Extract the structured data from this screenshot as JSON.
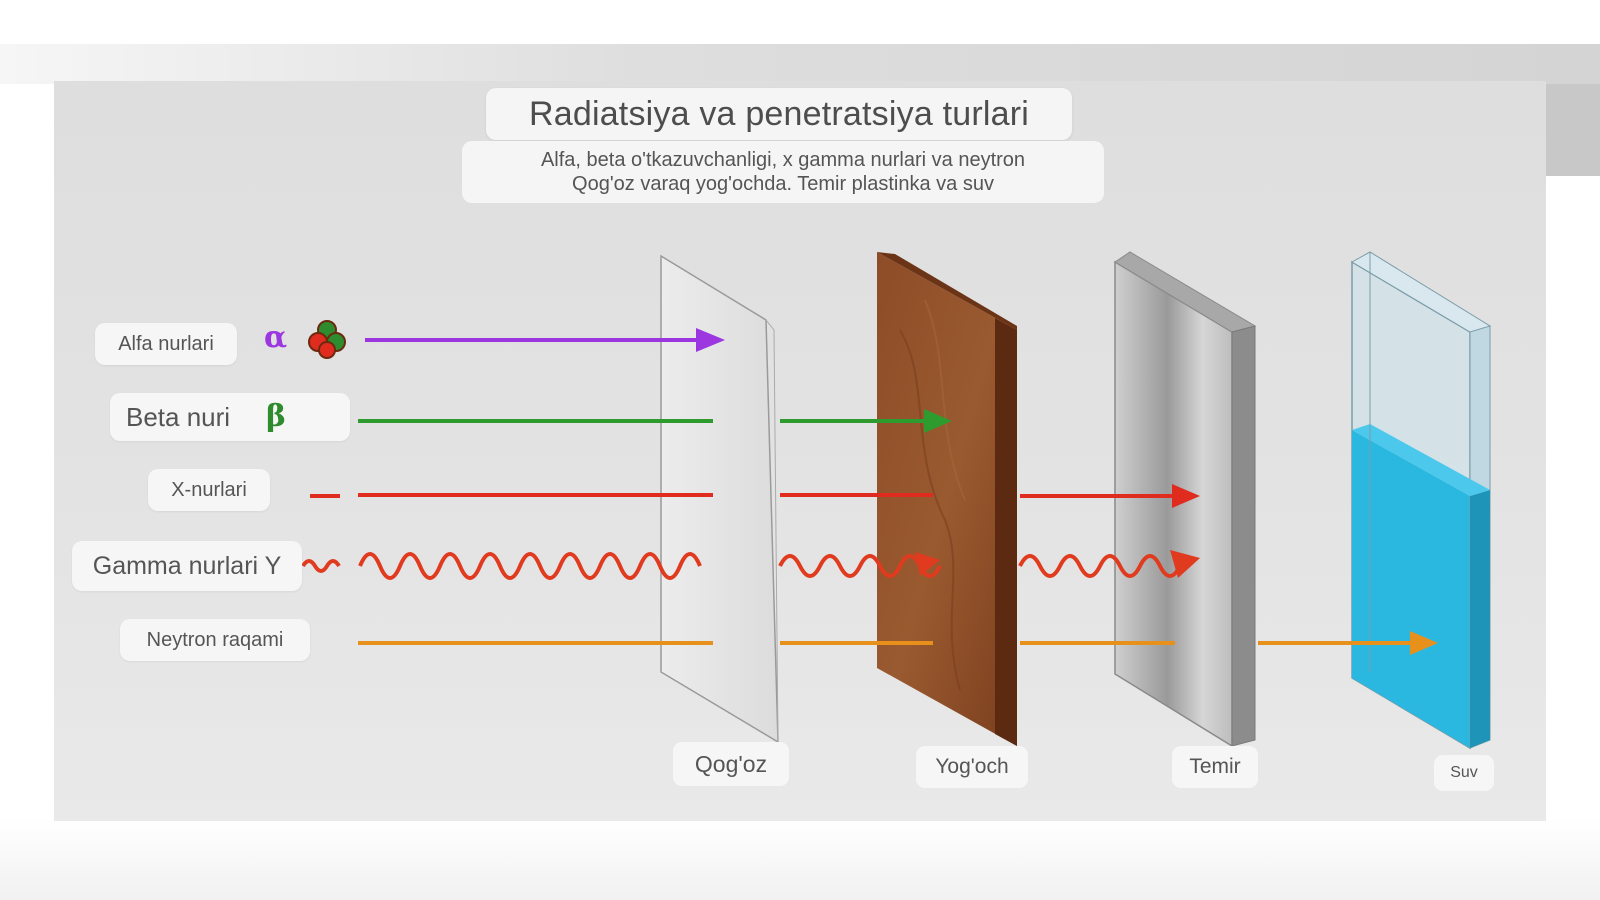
{
  "title": "Radiatsiya va penetratsiya turlari",
  "subtitle": {
    "line1": "Alfa, beta o'tkazuvchanligi, x gamma nurlari va neytron",
    "line2": "Qog'oz varaq yog'ochda. Temir plastinka va suv"
  },
  "rays": [
    {
      "id": "alpha",
      "label": "Alfa nurlari",
      "symbol": "α",
      "color": "#9b36e0"
    },
    {
      "id": "beta",
      "label": "Beta nuri",
      "symbol": "β",
      "color": "#2e9b2e"
    },
    {
      "id": "xray",
      "label": "X-nurlari",
      "color": "#e02b1f"
    },
    {
      "id": "gamma",
      "label": "Gamma nurlari Y",
      "color": "#e03a1f"
    },
    {
      "id": "neutron",
      "label": "Neytron raqami",
      "color": "#e8901c"
    }
  ],
  "materials": [
    {
      "id": "paper",
      "label": "Qog'oz"
    },
    {
      "id": "wood",
      "label": "Yog'och"
    },
    {
      "id": "iron",
      "label": "Temir"
    },
    {
      "id": "water",
      "label": "Suv"
    }
  ],
  "colors": {
    "wood": "#8a4a25",
    "water": "#2bb8e0",
    "iron": "#b9b9b9",
    "paper": "#e6e6e6"
  }
}
